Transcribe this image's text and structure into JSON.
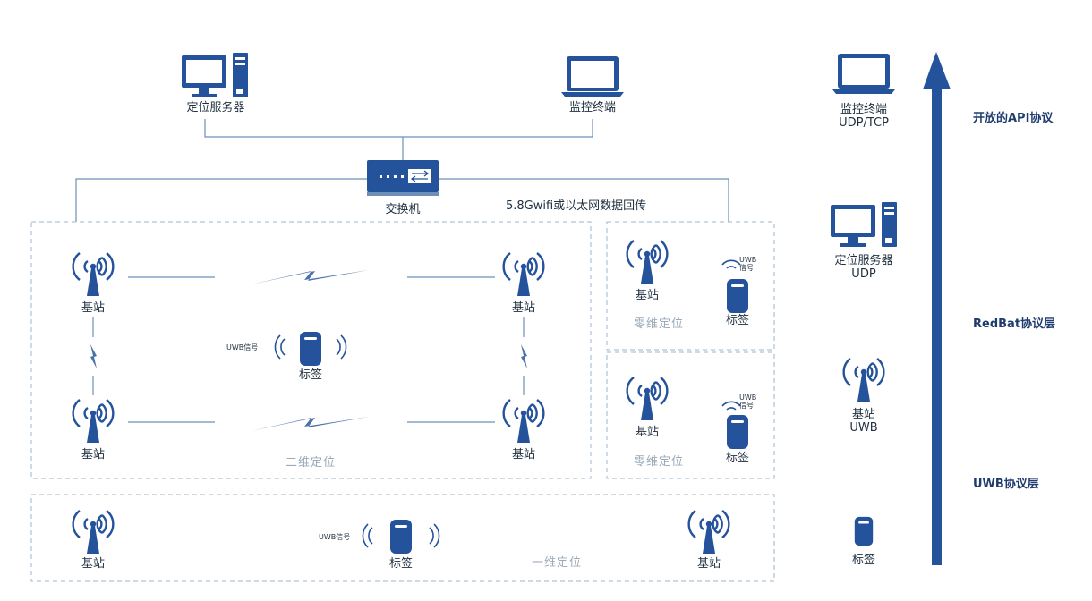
{
  "colors": {
    "icon": "#24539b",
    "line": "#6d8fb8",
    "dash": "#9fb6cf",
    "arrow": "#24539b"
  },
  "top": {
    "server_label": "定位服务器",
    "monitor_label": "监控终端",
    "switch_label": "交换机",
    "backhaul_label": "5.8Gwifi或以太网数据回传"
  },
  "two_d": {
    "base_station": "基站",
    "tag": "标签",
    "uwb_signal": "UWB信号",
    "title": "二维定位"
  },
  "zero_d": {
    "base_station": "基站",
    "uwb_line1": "UWB",
    "uwb_line2": "信号",
    "tag": "标签",
    "title": "零维定位"
  },
  "one_d": {
    "base_station": "基站",
    "uwb_signal": "UWB信号",
    "tag": "标签",
    "title": "一维定位"
  },
  "legend": {
    "monitor_line1": "监控终端",
    "monitor_line2": "UDP/TCP",
    "server_line1": "定位服务器",
    "server_line2": "UDP",
    "station_line1": "基站",
    "station_line2": "UWB",
    "tag": "标签",
    "layer_api": "开放的API协议",
    "layer_redbat": "RedBat协议层",
    "layer_uwb": "UWB协议层"
  }
}
